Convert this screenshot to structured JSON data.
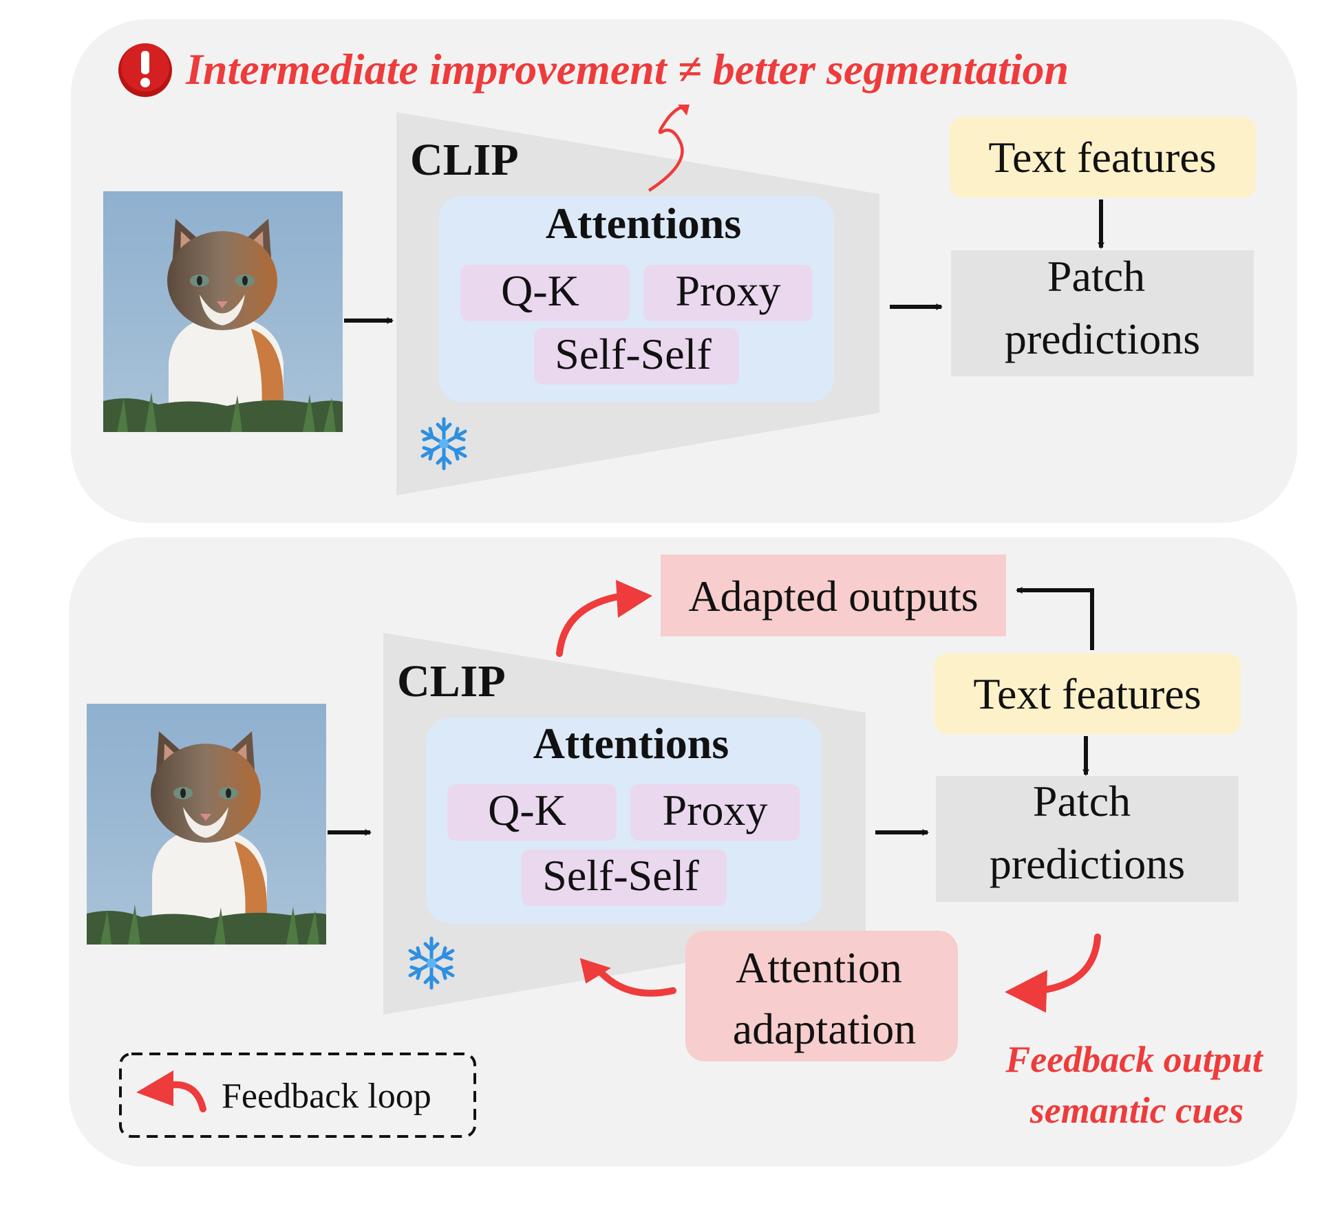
{
  "top_panel": {
    "warning": "Intermediate improvement ≠ better segmentation",
    "clip_label": "CLIP",
    "attentions_title": "Attentions",
    "attention_types": [
      "Q-K",
      "Proxy",
      "Self-Self"
    ],
    "text_features": "Text features",
    "patch_predictions": [
      "Patch",
      "predictions"
    ]
  },
  "bottom_panel": {
    "clip_label": "CLIP",
    "attentions_title": "Attentions",
    "attention_types": [
      "Q-K",
      "Proxy",
      "Self-Self"
    ],
    "adapted_outputs": "Adapted outputs",
    "text_features": "Text features",
    "patch_predictions": [
      "Patch",
      "predictions"
    ],
    "attention_adaptation": [
      "Attention",
      "adaptation"
    ],
    "feedback_cue": [
      "Feedback output",
      "semantic cues"
    ],
    "legend_label": "Feedback loop"
  },
  "colors": {
    "panel_bg": "#f2f2f2",
    "clip_trapezoid": "#e3e3e3",
    "attention_box": "#dce9f8",
    "attention_chip": "#ead8ef",
    "text_features_box": "#fdf1c9",
    "patch_box": "#e3e3e3",
    "adapt_box": "#f7cdcd",
    "accent_red": "#ee3b3b"
  },
  "icons": [
    "warning-icon",
    "snowflake-icon",
    "cat-image"
  ]
}
